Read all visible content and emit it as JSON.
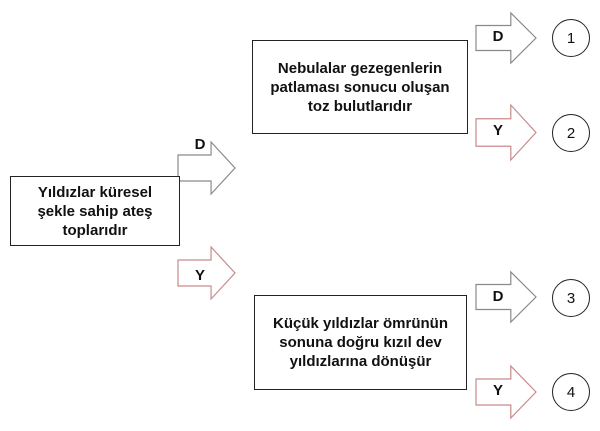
{
  "root": {
    "lines": [
      "Yıldızlar küresel",
      "şekle sahip ateş",
      "toplarıdır"
    ]
  },
  "branch_top": {
    "label": "D",
    "box_lines": [
      "Nebulalar gezegenlerin",
      "patlaması sonucu oluşan",
      "toz bulutlarıdır"
    ],
    "yes_label": "D",
    "no_label": "Y",
    "yes_outcome": "1",
    "no_outcome": "2"
  },
  "branch_bottom": {
    "label": "Y",
    "box_lines": [
      "Küçük yıldızlar ömrünün",
      "sonuna doğru kızıl dev",
      "yıldızlarına dönüşür"
    ],
    "yes_label": "D",
    "no_label": "Y",
    "yes_outcome": "3",
    "no_outcome": "4"
  },
  "colors": {
    "true_arrow": "#8a8a8a",
    "false_arrow": "#c98a8a",
    "border": "#222222"
  }
}
